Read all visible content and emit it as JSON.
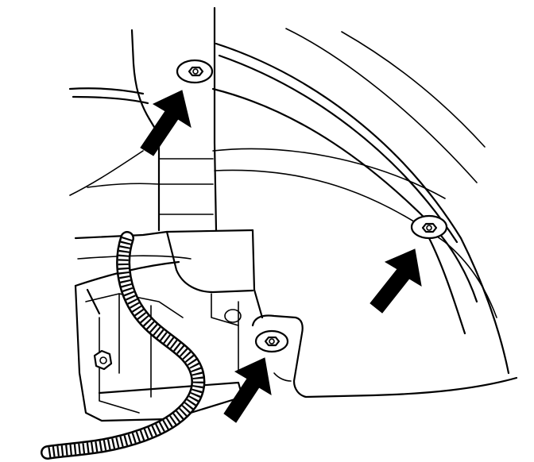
{
  "figure": {
    "colors": {
      "line": "#000000",
      "background": "#ffffff"
    },
    "callouts": [
      {
        "name": "fastener-top",
        "icon": "bolt-icon"
      },
      {
        "name": "fastener-right",
        "icon": "bolt-icon"
      },
      {
        "name": "fastener-lower",
        "icon": "bolt-icon"
      },
      {
        "name": "bolt-left",
        "icon": "hex-bolt-icon"
      }
    ],
    "arrow_count": 3
  }
}
